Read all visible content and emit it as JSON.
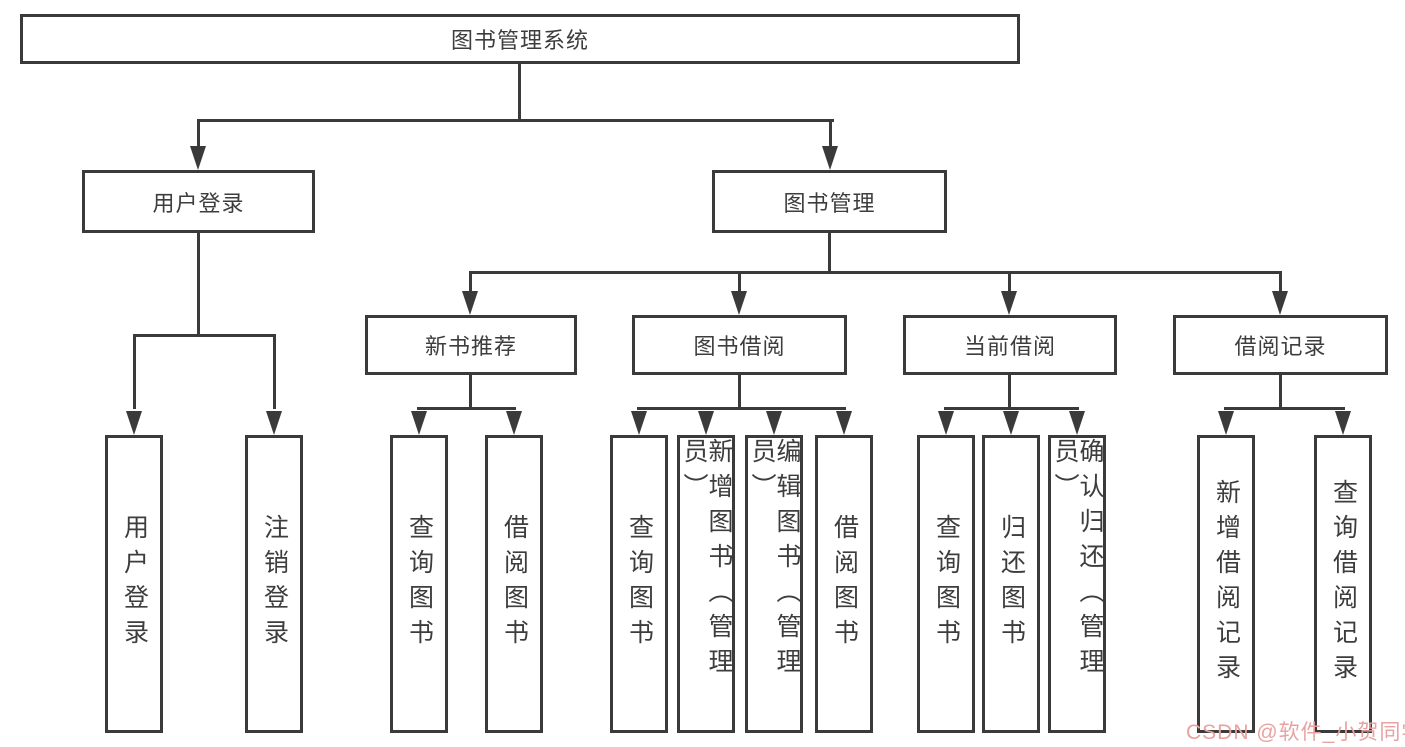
{
  "diagram": {
    "type": "tree",
    "root": "图书管理系统",
    "structure": [
      {
        "label": "用户登录",
        "children": [
          {
            "label": "用户登录"
          },
          {
            "label": "注销登录"
          }
        ]
      },
      {
        "label": "图书管理",
        "children": [
          {
            "label": "新书推荐",
            "children": [
              {
                "label": "查询图书"
              },
              {
                "label": "借阅图书"
              }
            ]
          },
          {
            "label": "图书借阅",
            "children": [
              {
                "label": "查询图书"
              },
              {
                "label": "新增图书（管理员）"
              },
              {
                "label": "编辑图书（管理员）"
              },
              {
                "label": "借阅图书"
              }
            ]
          },
          {
            "label": "当前借阅",
            "children": [
              {
                "label": "查询图书"
              },
              {
                "label": "归还图书"
              },
              {
                "label": "确认归还（管理员）"
              }
            ]
          },
          {
            "label": "借阅记录",
            "children": [
              {
                "label": "新增借阅记录"
              },
              {
                "label": "查询借阅记录"
              }
            ]
          }
        ]
      }
    ]
  },
  "nodes": {
    "root": "图书管理系统",
    "user_login_branch": "用户登录",
    "book_mgmt_branch": "图书管理",
    "new_book": "新书推荐",
    "book_borrow": "图书借阅",
    "current_borrow": "当前借阅",
    "borrow_record": "借阅记录",
    "leaf_user_login": "用户登录",
    "leaf_logout": "注销登录",
    "leaf_nb_query": "查询图书",
    "leaf_nb_borrow": "借阅图书",
    "leaf_bb_query": "查询图书",
    "leaf_bb_add": "新增图书（管理员）",
    "leaf_bb_edit": "编辑图书（管理员）",
    "leaf_bb_borrow": "借阅图书",
    "leaf_cb_query": "查询图书",
    "leaf_cb_return": "归还图书",
    "leaf_cb_confirm": "确认归还（管理员）",
    "leaf_br_add": "新增借阅记录",
    "leaf_br_query": "查询借阅记录"
  },
  "watermark": {
    "text": "CSDN @软件_小贺同学"
  },
  "colors": {
    "line": "#3a3a3a",
    "text": "#3d3d3d",
    "background": "#ffffff",
    "watermark": "#e9a2a2"
  }
}
